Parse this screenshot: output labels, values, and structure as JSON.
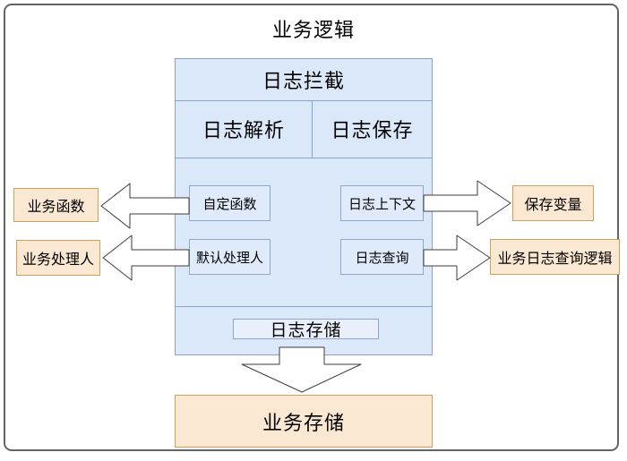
{
  "diagram": {
    "title": "业务逻辑",
    "interceptor": {
      "title": "日志拦截",
      "columns": {
        "parse": "日志解析",
        "save": "日志保存"
      },
      "nodes": {
        "custom_function": "自定函数",
        "default_handler": "默认处理人",
        "log_context": "日志上下文",
        "log_query": "日志查询",
        "log_storage": "日志存储"
      }
    },
    "business_nodes": {
      "business_function": "业务函数",
      "business_handler": "业务处理人",
      "save_variable": "保存变量",
      "business_log_query_logic": "业务日志查询逻辑",
      "business_storage": "业务存储"
    },
    "arrows": [
      {
        "from": "自定函数",
        "to": "业务函数",
        "direction": "left"
      },
      {
        "from": "默认处理人",
        "to": "业务处理人",
        "direction": "left"
      },
      {
        "from": "日志上下文",
        "to": "保存变量",
        "direction": "right"
      },
      {
        "from": "日志查询",
        "to": "业务日志查询逻辑",
        "direction": "right"
      },
      {
        "from": "日志存储",
        "to": "业务存储",
        "direction": "down"
      }
    ],
    "colors": {
      "blue_fill": "#dbe8f9",
      "blue_stroke": "#8aa2c8",
      "blue_node_fill": "#dfeafb",
      "storage_node_fill": "#e9f0fc",
      "orange_fill": "#fbe8d2",
      "orange_stroke": "#d19f55",
      "frame_stroke": "#646464",
      "arrow_fill": "#ffffff",
      "arrow_stroke": "#3c3c3c"
    }
  }
}
